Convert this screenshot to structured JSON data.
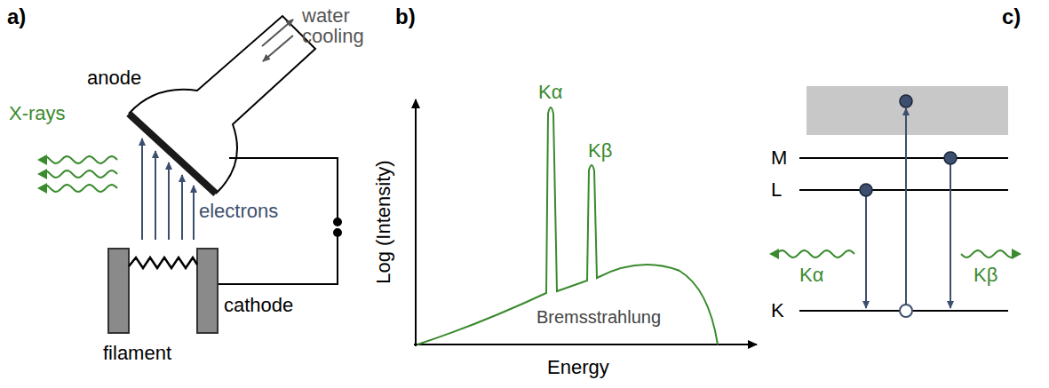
{
  "diagram": {
    "labels": [
      "a)",
      "b)",
      "c)",
      "water cooling",
      "anode",
      "X-rays",
      "electrons",
      "cathode",
      "filament",
      "Log (Intensity)",
      "Energy",
      "Kα",
      "Kβ",
      "Bremsstrahlung",
      "M",
      "L",
      "K",
      "Kα",
      "Kβ"
    ]
  }
}
